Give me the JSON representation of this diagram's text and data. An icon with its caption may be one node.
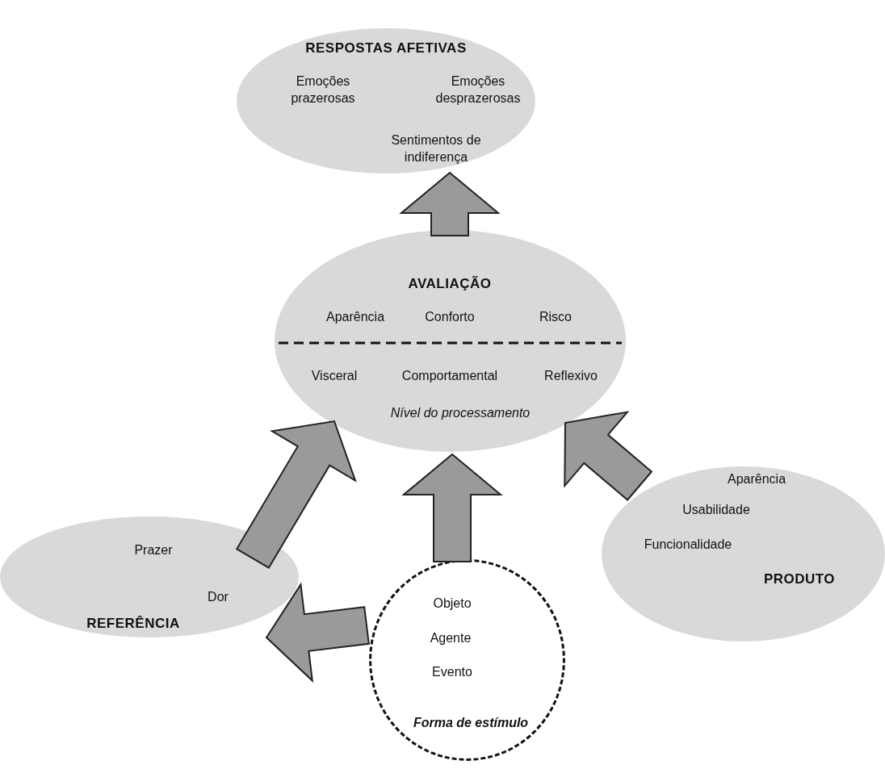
{
  "diagram": {
    "nodes": [
      {
        "text": [
          "RESPOSTAS AFETIVAS",
          "Emoções prazerosas",
          "Emoções desprazerosas",
          "Sentimentos de indiferença"
        ]
      },
      {
        "text": [
          "AVALIAÇÃO",
          "Aparência",
          "Conforto",
          "Risco",
          "Visceral",
          "Comportamental",
          "Reflexivo",
          "Nível do processamento"
        ]
      },
      {
        "text": [
          "Prazer",
          "Dor",
          "REFERÊNCIA"
        ]
      },
      {
        "text": [
          "Objeto",
          "Agente",
          "Evento",
          "Forma de estímulo"
        ]
      },
      {
        "text": [
          "Aparência",
          "Usabilidade",
          "Funcionalidade",
          "PRODUTO"
        ]
      }
    ],
    "edges": [
      {
        "from": 1,
        "to": 0,
        "arrow": "to"
      },
      {
        "from": 2,
        "to": 1,
        "arrow": "to"
      },
      {
        "from": 4,
        "to": 1,
        "arrow": "to"
      },
      {
        "from": 3,
        "to": 1,
        "arrow": "to"
      },
      {
        "from": 3,
        "to": 2,
        "arrow": "to"
      }
    ]
  }
}
